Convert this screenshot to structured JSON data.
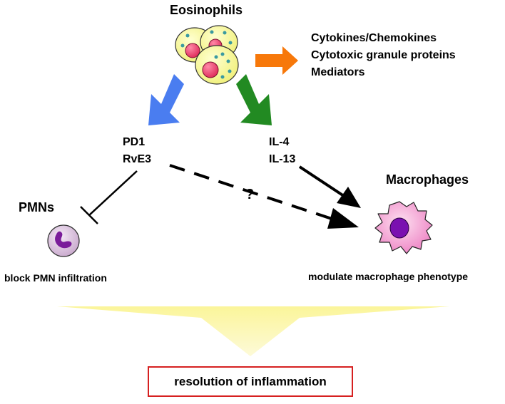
{
  "eosinophils": {
    "title": "Eosinophils"
  },
  "products": {
    "lines": [
      "Cytokines/Chemokines",
      "Cytotoxic granule proteins",
      "Mediators"
    ]
  },
  "pro_resolving": {
    "lines": [
      "PD1",
      "RvE3"
    ]
  },
  "interleukins": {
    "lines": [
      "IL-4",
      "IL-13"
    ]
  },
  "unknown_link": {
    "label": "?"
  },
  "pmns": {
    "title": "PMNs",
    "caption": "block PMN infiltration"
  },
  "macrophages": {
    "title": "Macrophages",
    "caption": "modulate macrophage phenotype"
  },
  "outcome": {
    "label": "resolution of inflammation"
  },
  "colors": {
    "eosinophil_cell": "#fafaa0",
    "eosinophil_nucleus": "#f0507a",
    "granule": "#3a9aa0",
    "arrow_products": "#f7780a",
    "arrow_pd1": "#4a7df0",
    "arrow_il4": "#228a22",
    "pmn_cell": "#d8c0dc",
    "pmn_nucleus": "#7a1c9a",
    "macrophage_cell": "#f5b0dc",
    "macrophage_nucleus": "#7a10b0",
    "funnel": "#fbf7b0",
    "outcome_border": "#d62020"
  }
}
